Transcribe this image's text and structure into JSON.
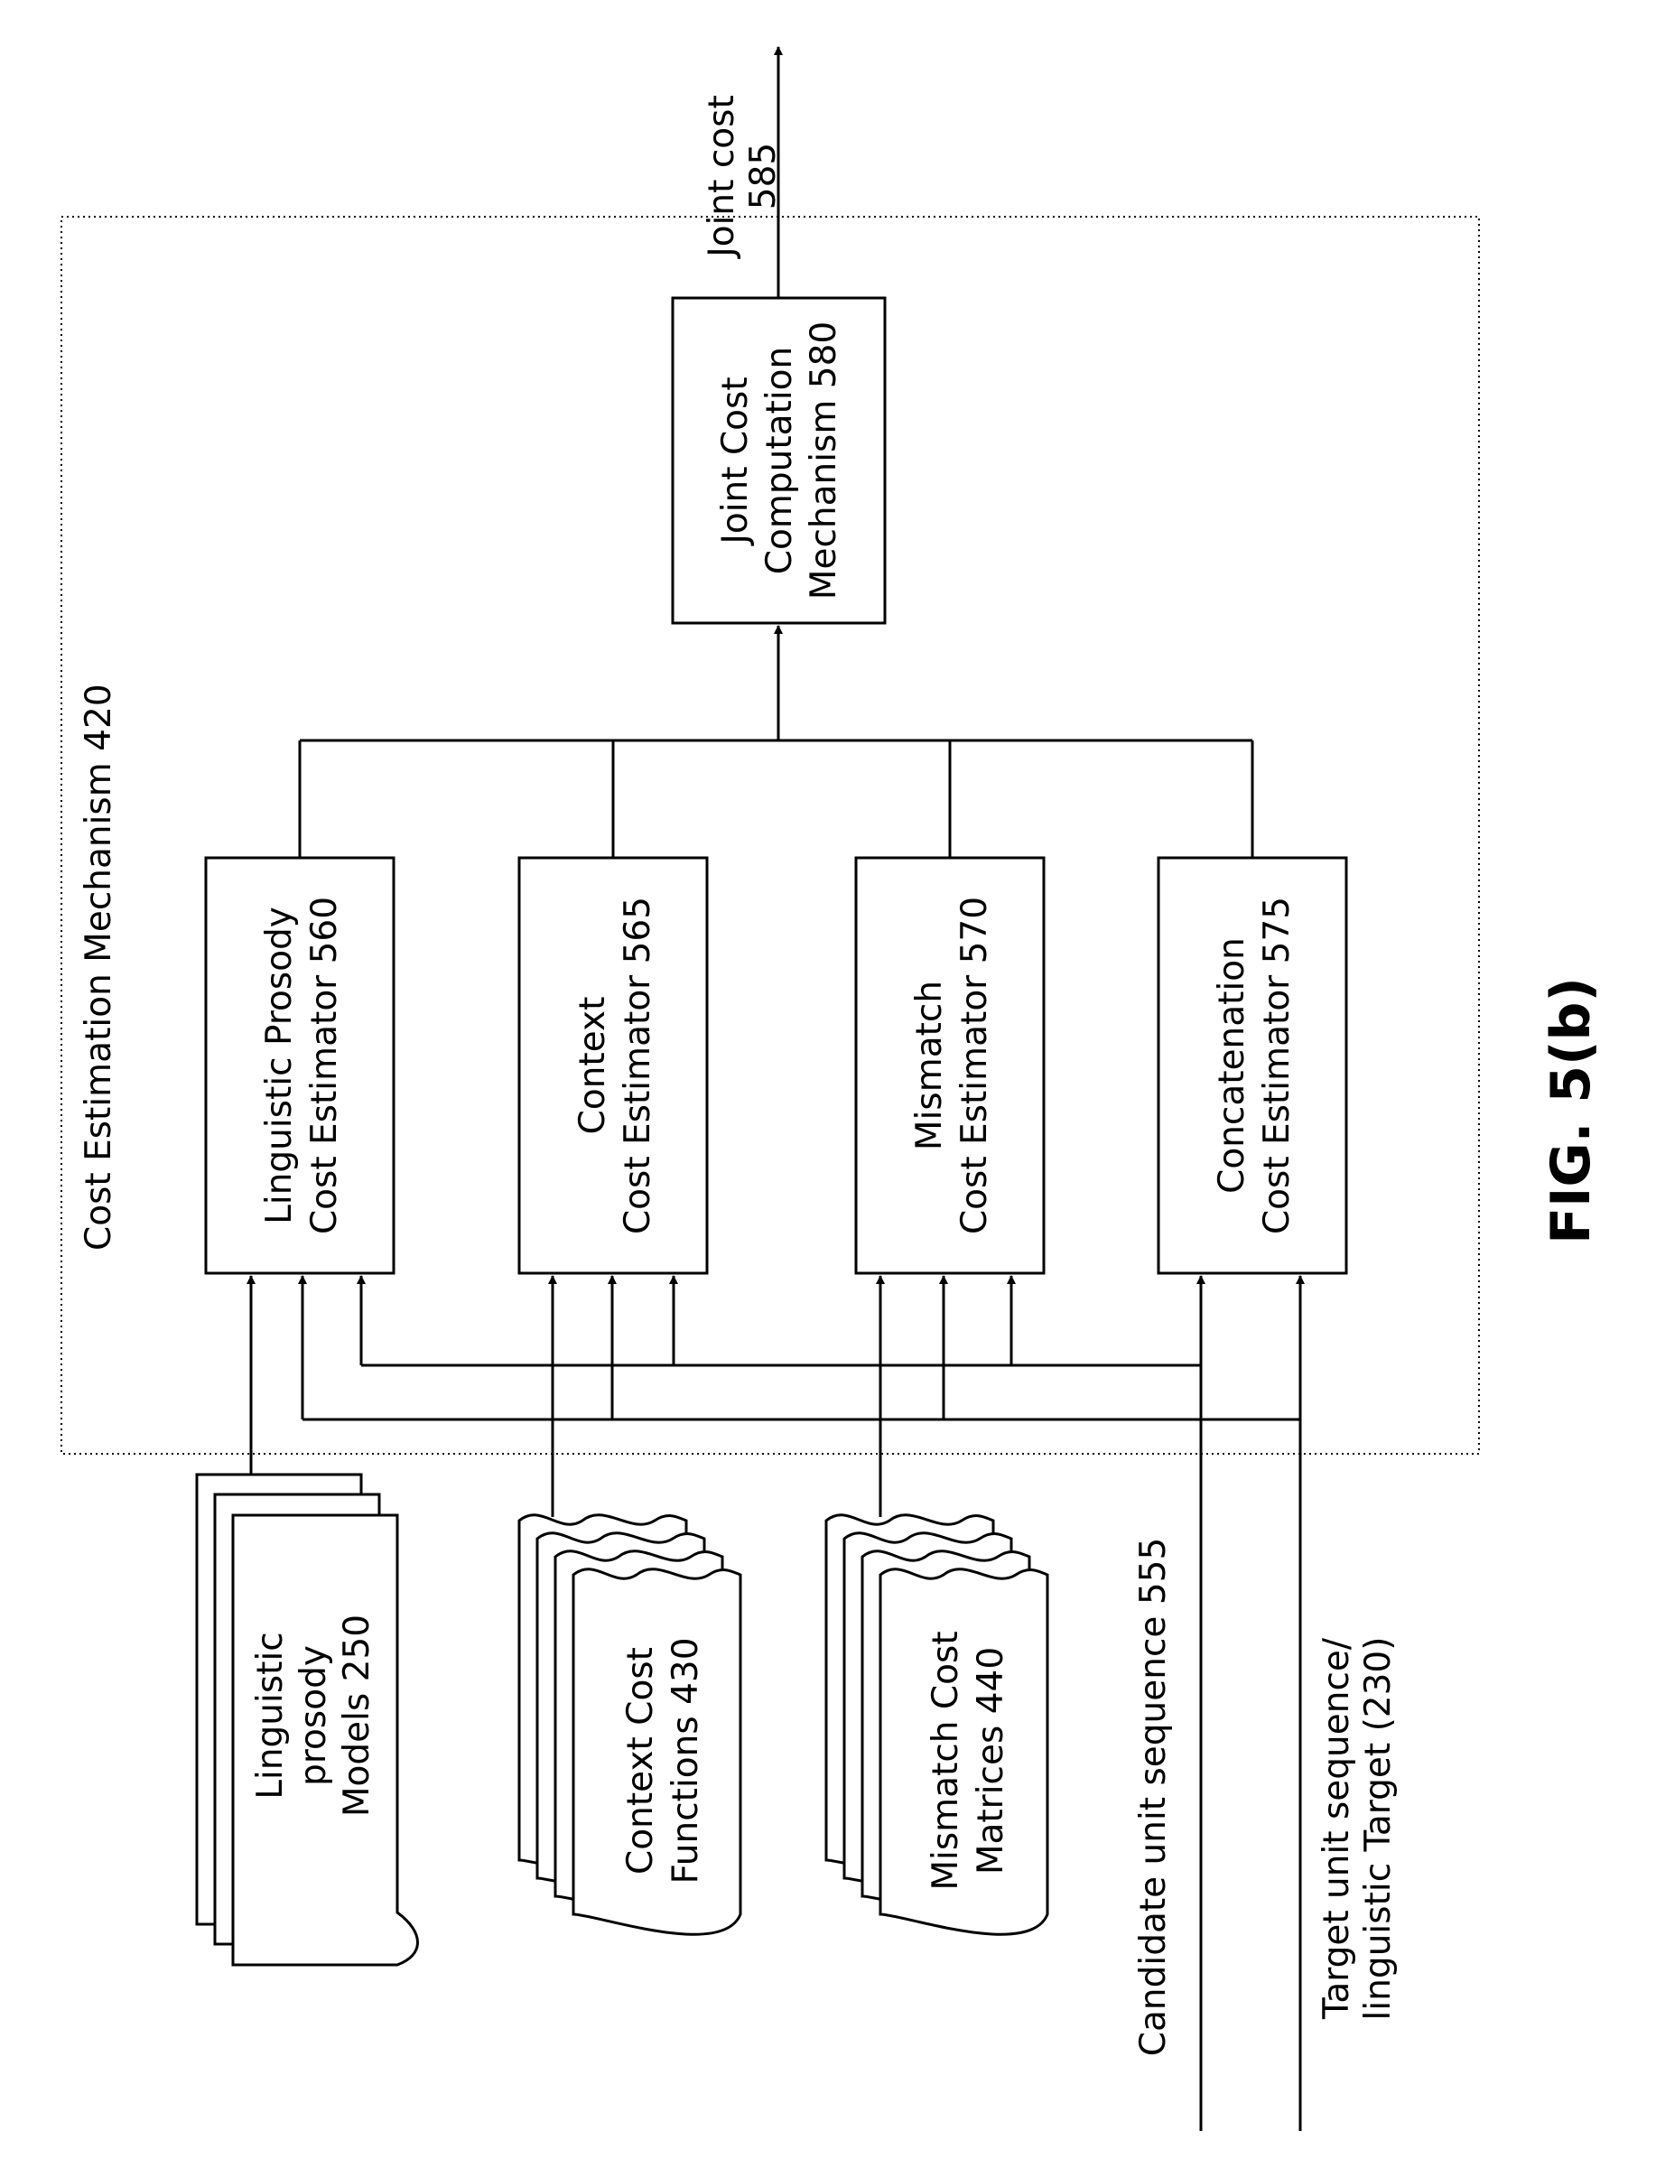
{
  "container": {
    "label": "Cost Estimation Mechanism 420"
  },
  "estimators": [
    {
      "id": "linguistic-prosody",
      "lines": [
        "Linguistic Prosody",
        "Cost Estimator 560"
      ]
    },
    {
      "id": "context",
      "lines": [
        "Context",
        "Cost Estimator 565"
      ]
    },
    {
      "id": "mismatch",
      "lines": [
        "Mismatch",
        "Cost Estimator 570"
      ]
    },
    {
      "id": "concatenation",
      "lines": [
        "Concatenation",
        "Cost Estimator 575"
      ]
    }
  ],
  "joint_mechanism": {
    "lines": [
      "Joint Cost",
      "Computation",
      "Mechanism 580"
    ]
  },
  "output": {
    "lines": [
      "Joint cost",
      "585"
    ]
  },
  "data_stores": [
    {
      "id": "linguistic-prosody-models",
      "lines": [
        "Linguistic",
        "prosody",
        "Models 250"
      ]
    },
    {
      "id": "context-cost-functions",
      "lines": [
        "Context Cost",
        "Functions 430"
      ]
    },
    {
      "id": "mismatch-cost-matrices",
      "lines": [
        "Mismatch Cost",
        "Matrices 440"
      ]
    }
  ],
  "inputs": [
    {
      "id": "candidate-unit-sequence",
      "lines": [
        "Candidate unit sequence 555"
      ]
    },
    {
      "id": "target-unit-sequence",
      "lines": [
        "Target unit sequence/",
        "linguistic Target (230)"
      ]
    }
  ],
  "figure_label": "FIG. 5(b)"
}
